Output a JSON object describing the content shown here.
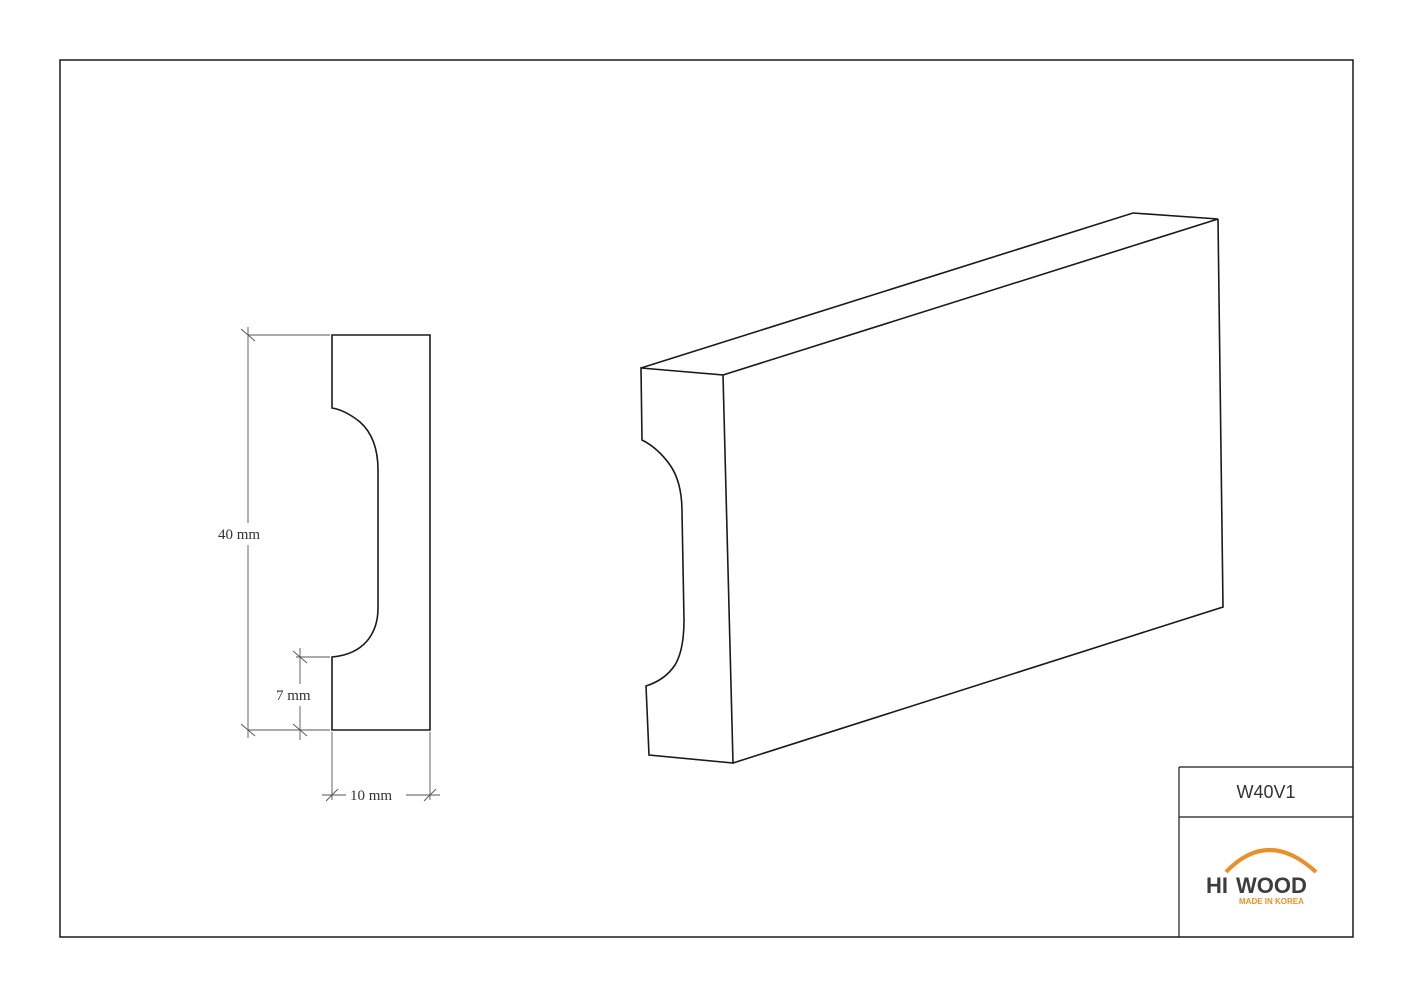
{
  "dimensions": {
    "height": "40 mm",
    "bottom_offset": "7 mm",
    "width": "10 mm"
  },
  "title_block": {
    "product_code": "W40V1",
    "logo": {
      "brand_left": "HI",
      "brand_right": "WOOD",
      "tagline": "MADE IN KOREA",
      "brand_color": "#3d3d3d",
      "accent_color": "#e8912a"
    }
  },
  "colors": {
    "line": "#1a1a1a",
    "dimension_line": "#555555"
  }
}
